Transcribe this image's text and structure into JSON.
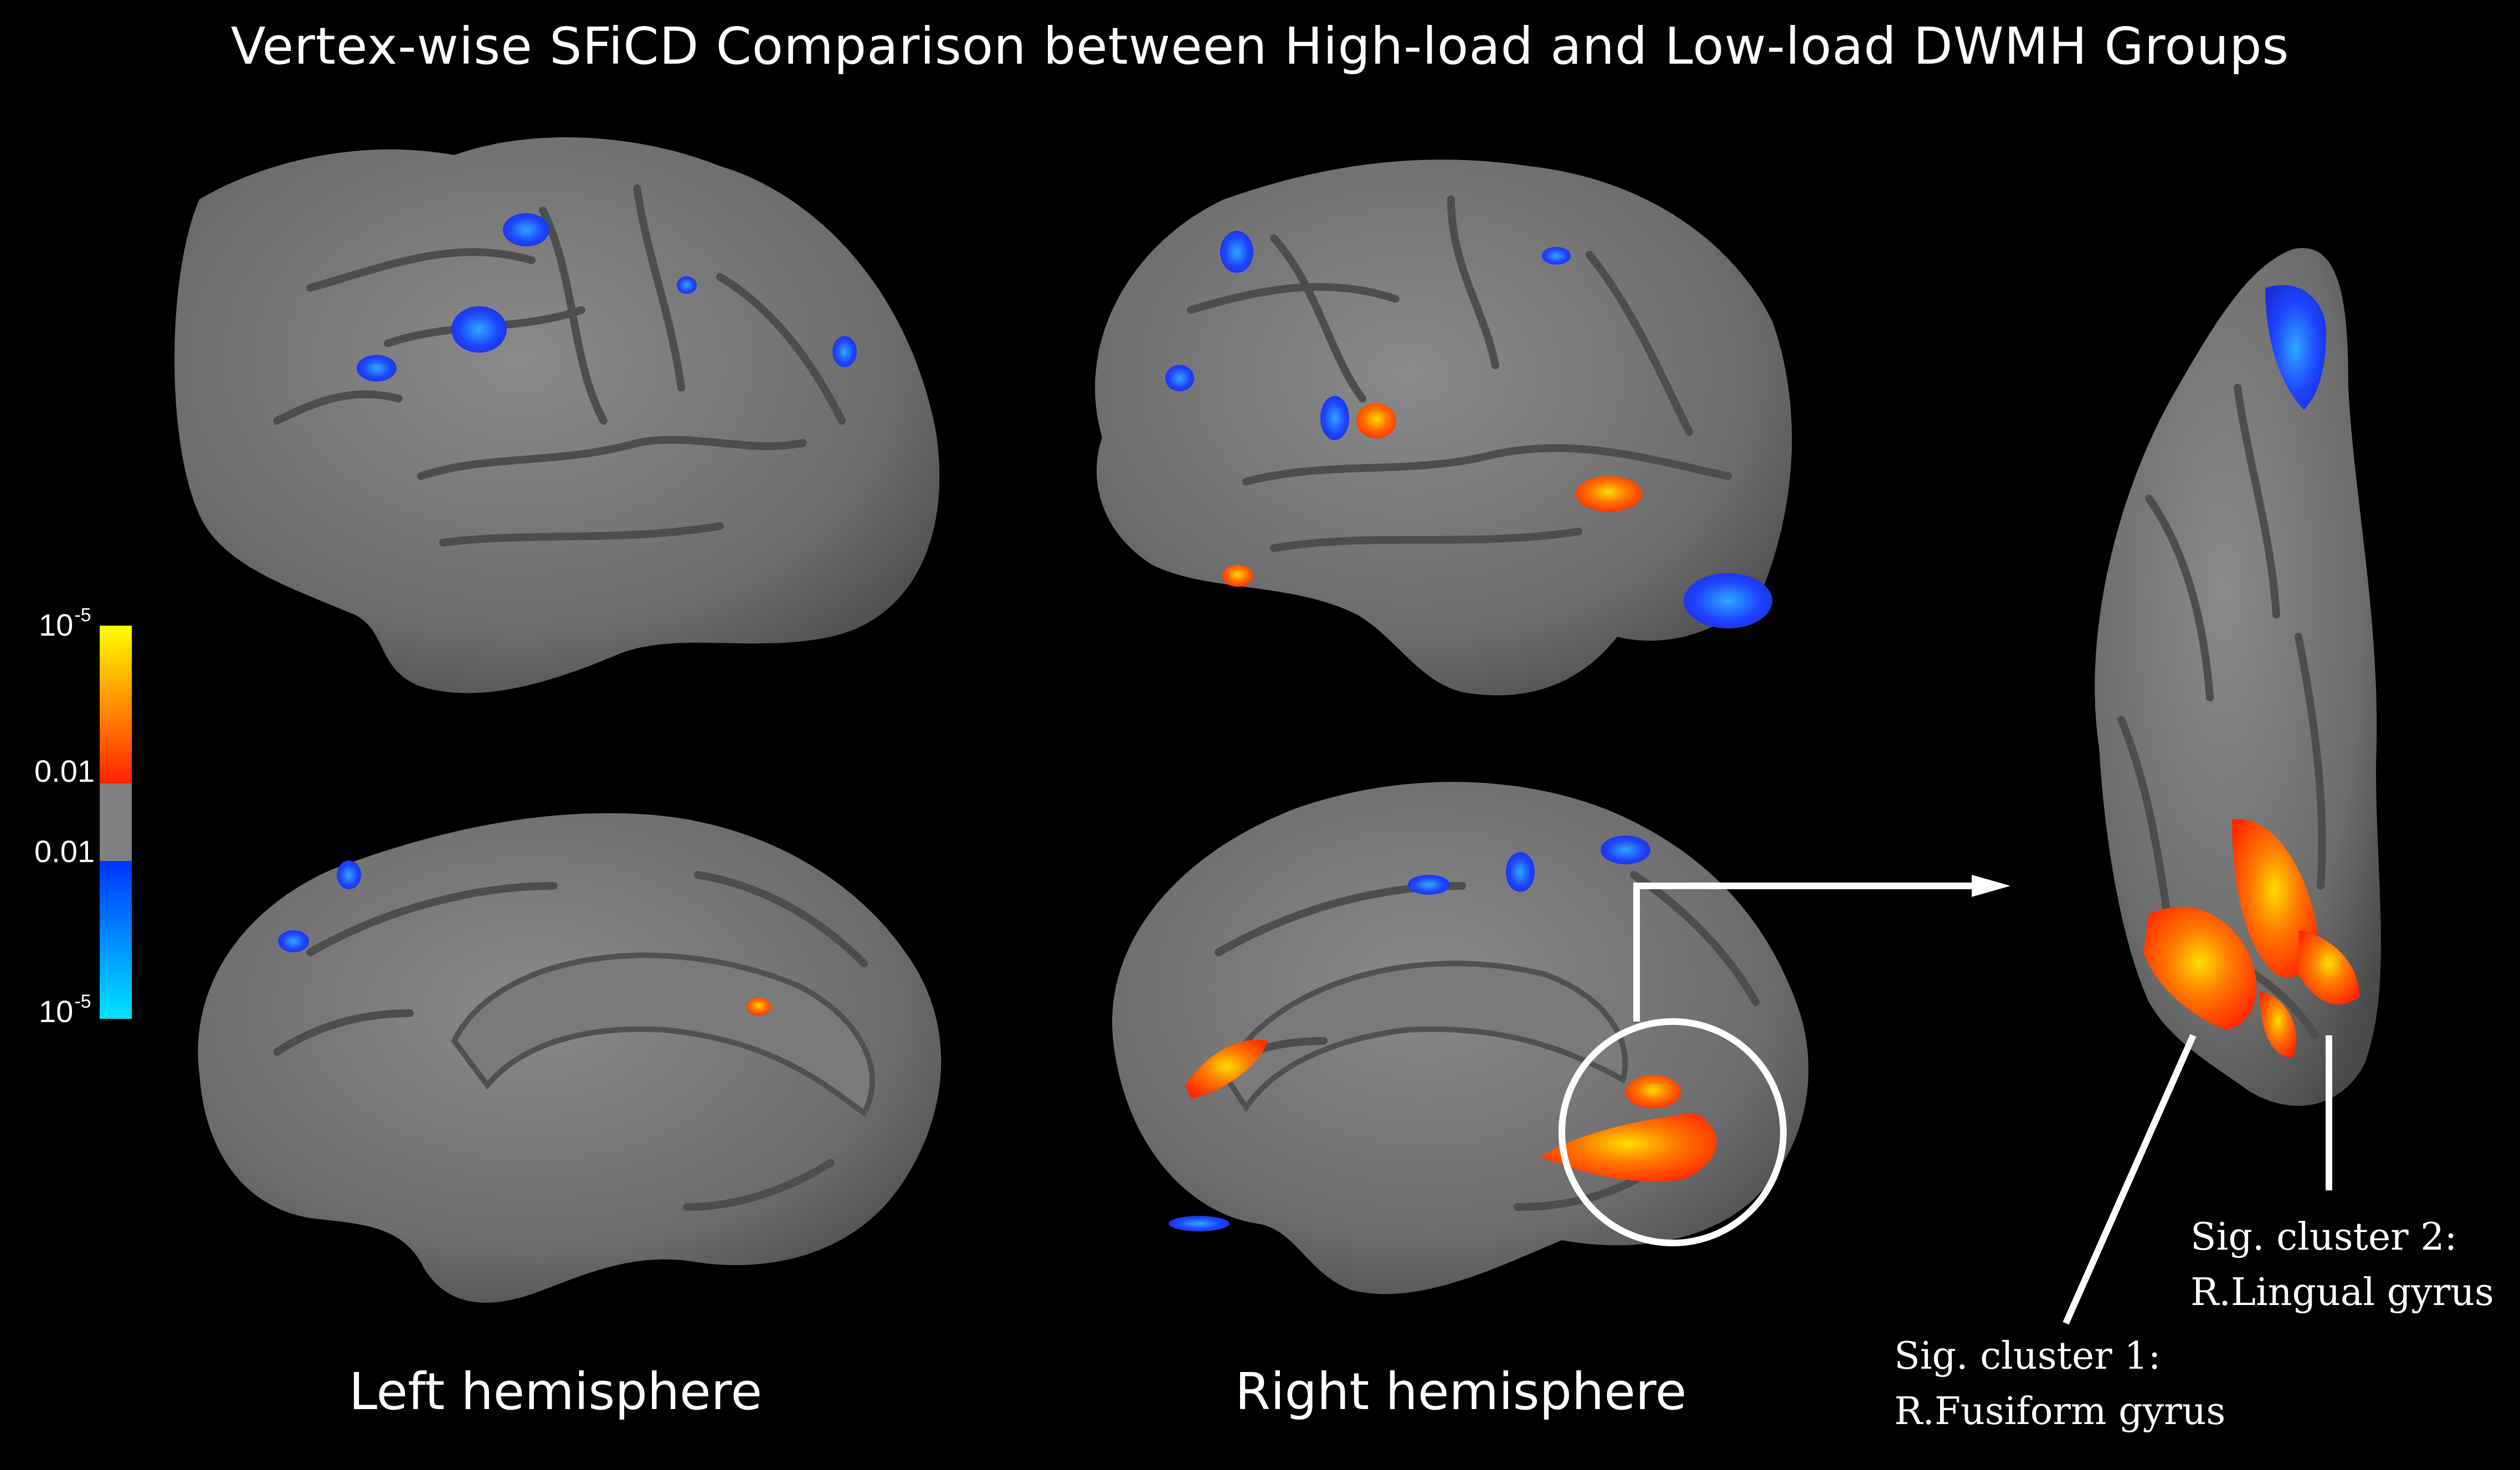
{
  "title": "Vertex-wise SFiCD Comparison between High-load and Low-load DWMH Groups",
  "captions": {
    "left": "Left hemisphere",
    "right": "Right hemisphere"
  },
  "annotations": {
    "cluster1": {
      "line1": "Sig. cluster 1:",
      "line2": "R.Fusiform gyrus"
    },
    "cluster2": {
      "line1": "Sig. cluster 2:",
      "line2": "R.Lingual gyrus"
    }
  },
  "colorbar": {
    "top": {
      "base": "10",
      "exp": "-5"
    },
    "mid_upper": "0.01",
    "mid_lower": "0.01",
    "bottom": {
      "base": "10",
      "exp": "-5"
    },
    "colors": {
      "hot_top": "#ffff00",
      "hot_bottom": "#ff2200",
      "neutral": "#808080",
      "cold_top": "#0033ff",
      "cold_bottom": "#00e5ff"
    }
  },
  "colors": {
    "background": "#000000",
    "cortex": "#6f6f6f",
    "positive_cluster": "#ff3300",
    "positive_peak": "#ffcc00",
    "negative_cluster": "#1a3cff"
  }
}
